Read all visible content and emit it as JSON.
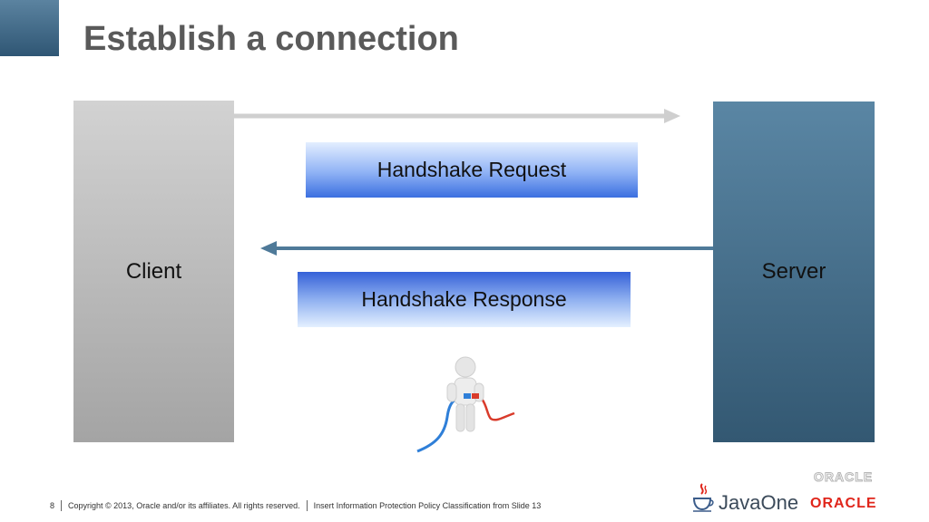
{
  "slide": {
    "title": "Establish a connection"
  },
  "diagram": {
    "client_label": "Client",
    "server_label": "Server",
    "request_label": "Handshake Request",
    "response_label": "Handshake Response"
  },
  "footer": {
    "page_number": "8",
    "copyright": "Copyright © 2013, Oracle and/or its affiliates. All rights reserved.",
    "classification": "Insert Information Protection Policy Classification from Slide 13"
  },
  "branding": {
    "javaone": "JavaOne",
    "oracle_small": "ORACLE",
    "oracle_main": "ORACLE"
  },
  "colors": {
    "request_arrow": "#cfcfcf",
    "response_arrow": "#4f7a99",
    "oracle_red": "#e0261b"
  }
}
